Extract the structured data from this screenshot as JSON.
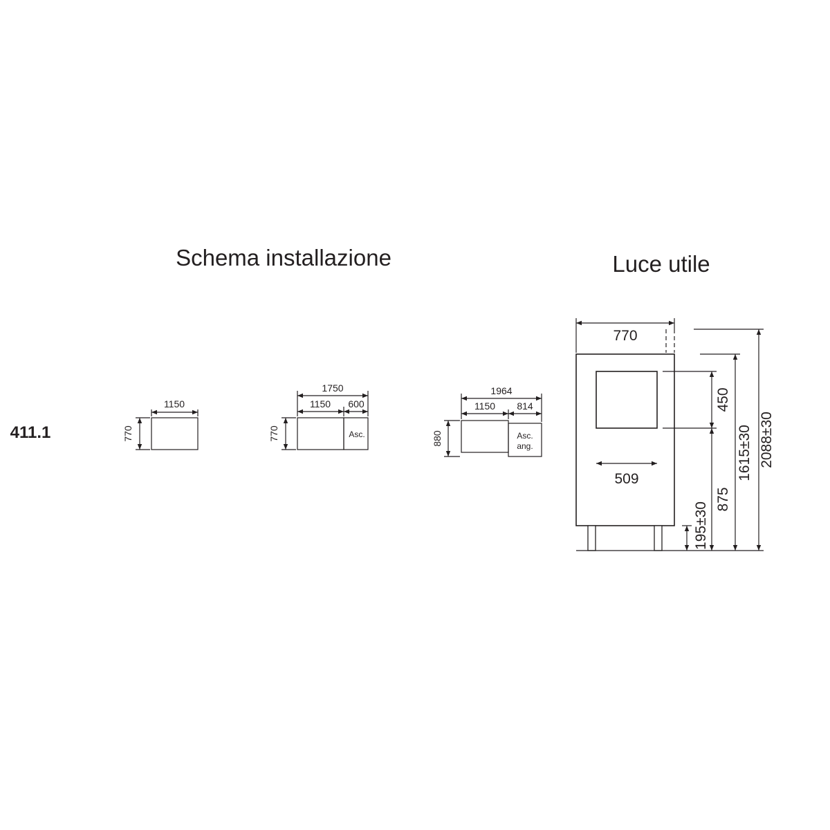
{
  "titles": {
    "installation": "Schema installazione",
    "clearance": "Luce utile"
  },
  "model_code": "411.1",
  "schema_1": {
    "width": "1150",
    "depth": "770"
  },
  "schema_2": {
    "total": "1750",
    "width": "1150",
    "extra": "600",
    "depth": "770",
    "box_label": "Asc."
  },
  "schema_3": {
    "total": "1964",
    "width": "1150",
    "extra": "814",
    "depth": "880",
    "box_label_1": "Asc.",
    "box_label_2": "ang."
  },
  "luce": {
    "width": "770",
    "opening_height": "450",
    "opening_width": "509",
    "opening_base_height": "875",
    "leg_height": "195±30",
    "body_height": "1615±30",
    "total_height": "2088±30"
  }
}
